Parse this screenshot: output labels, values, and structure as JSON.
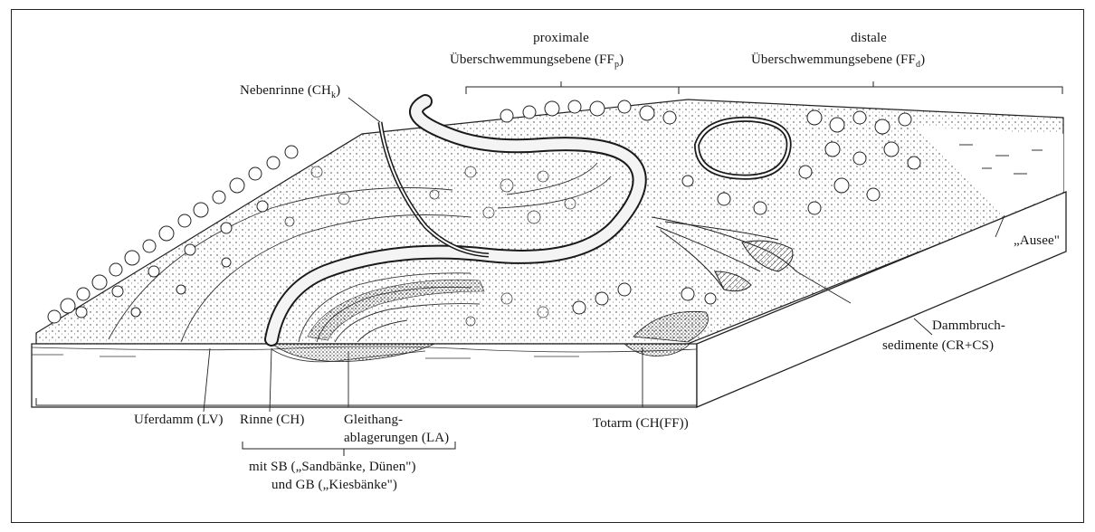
{
  "labels": {
    "proximal_line1": "proximale",
    "proximal_line2": "Überschwemmungsebene (FF",
    "proximal_sub": "p",
    "distal_line1": "distale",
    "distal_line2": "Überschwemmungsebene (FF",
    "distal_sub": "d",
    "nebenrinne": "Nebenrinne (CH",
    "nebenrinne_sub": "k",
    "ausee": "„Ausee\"",
    "dammbruch_line1": "Dammbruch-",
    "dammbruch_line2": "sedimente (CR+CS)",
    "uferdamm": "Uferdamm (LV)",
    "rinne": "Rinne (CH)",
    "gleithang_line1": "Gleithang-",
    "gleithang_line2": "ablagerungen (LA)",
    "totarm": "Totarm (CH(FF))",
    "bars_line1": "mit SB („Sandbänke, Dünen\")",
    "bars_line2": "und GB („Kiesbänke\")"
  },
  "colors": {
    "ink": "#1a1a1a",
    "river": "#f4f4f4",
    "block_side": "#ffffff"
  }
}
